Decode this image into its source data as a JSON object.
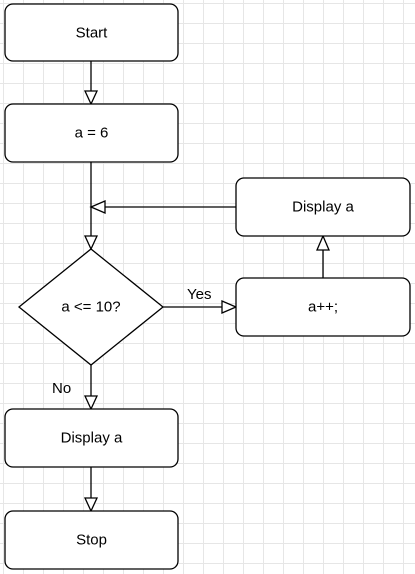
{
  "diagram": {
    "nodes": {
      "start": "Start",
      "assign": "a = 6",
      "condition": "a <= 10?",
      "increment": "a++;",
      "display_loop": "Display a",
      "display_final": "Display a",
      "stop": "Stop"
    },
    "edge_labels": {
      "yes": "Yes",
      "no": "No"
    }
  }
}
